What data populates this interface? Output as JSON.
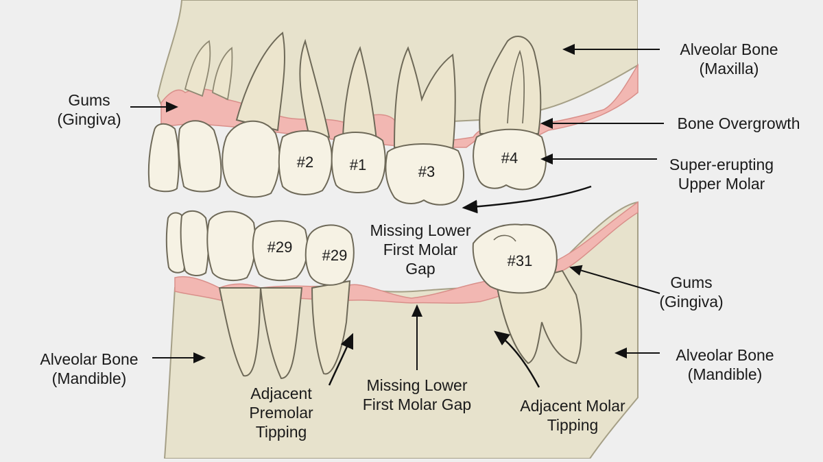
{
  "labels": {
    "alveolar_maxilla": [
      "Alveolar Bone",
      "(Maxilla)"
    ],
    "gums_upper": [
      "Gums",
      "(Gingiva)"
    ],
    "bone_overgrowth": [
      "Bone Overgrowth"
    ],
    "super_erupting": [
      "Super-erupting",
      "Upper Molar"
    ],
    "missing_gap_center": [
      "Missing Lower",
      "First Molar",
      "Gap"
    ],
    "gums_lower": [
      "Gums",
      "(Gingiva)"
    ],
    "alveolar_mandible_left": [
      "Alveolar Bone",
      "(Mandible)"
    ],
    "alveolar_mandible_right": [
      "Alveolar Bone",
      "(Mandible)"
    ],
    "premolar_tipping": [
      "Adjacent",
      "Premolar",
      "Tipping"
    ],
    "missing_gap_bottom": [
      "Missing Lower",
      "First Molar Gap"
    ],
    "molar_tipping": [
      "Adjacent Molar",
      "Tipping"
    ]
  },
  "tooth_numbers": {
    "upper_2": "#2",
    "upper_1": "#1",
    "upper_3": "#3",
    "upper_4": "#4",
    "lower_29a": "#29",
    "lower_29b": "#29",
    "lower_31": "#31"
  },
  "colors": {
    "background": "#efefef",
    "bone": "#e7e2cc",
    "bone_edge": "#a59f86",
    "gum": "#f2b7b2",
    "tooth": "#f6f2e4",
    "tooth_edge": "#6e6958",
    "root": "#ece5cd"
  }
}
